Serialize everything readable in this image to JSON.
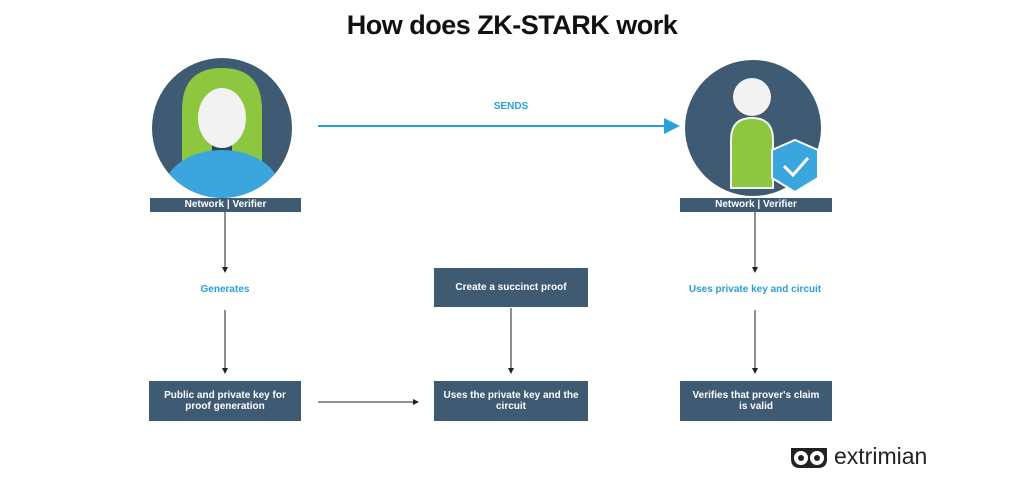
{
  "title": "How does ZK-STARK work",
  "prover": {
    "label": "Network | Verifier"
  },
  "verifier": {
    "label": "Network | Verifier"
  },
  "sends": "SENDS",
  "generates": "Generates",
  "uses_private_key": "Uses private key and circuit",
  "boxes": {
    "keys": "Public and private key for proof generation",
    "succinct": "Create a succinct proof",
    "uses_circuit": "Uses the private key and the circuit",
    "verifies": "Verifies that prover's claim is valid"
  },
  "brand": "extrimian",
  "colors": {
    "slate": "#3f5a73",
    "green": "#8dc63f",
    "blue": "#2aa0d8"
  }
}
